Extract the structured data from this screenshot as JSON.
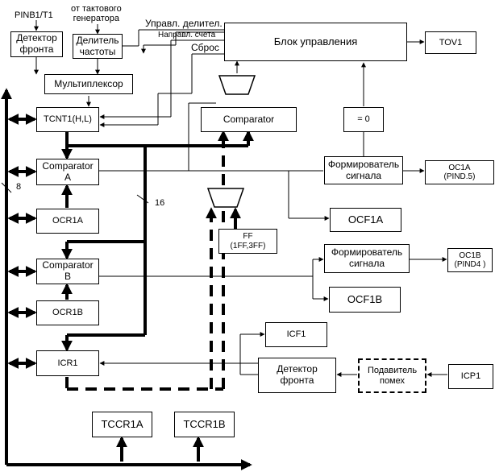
{
  "title": "",
  "inputs": {
    "pin_t1": "PINB1/T1",
    "clock_source": "от тактового\nгенератора",
    "prescaler_ctrl": "Управл. делител.",
    "count_direction": "Направл. счета",
    "reset": "Сброс"
  },
  "bus_widths": {
    "data_bus": "8",
    "internal_bus": "16"
  },
  "blocks": {
    "edge_detector_t1": "Детектор\nфронта",
    "freq_divider": "Делитель\nчастоты",
    "multiplexer": "Мультиплексор",
    "control_unit": "Блок управления",
    "tov1": "TOV1",
    "tcnt1": "TCNT1(H,L)",
    "comparator_top": "Comparator",
    "equals_zero": "= 0",
    "comparator_a": "Comparator\nA",
    "ocr1a": "OCR1A",
    "signal_former_a": "Формирователь\nсигнала",
    "oc1a": "OC1A\n(PIND.5)",
    "ocf1a": "OCF1A",
    "ff": "FF\n(1FF,3FF)",
    "comparator_b": "Comparator\nB",
    "ocr1b": "OCR1B",
    "signal_former_b": "Формирователь\nсигнала",
    "oc1b": "OC1B\n(PIND4 )",
    "ocf1b": "OCF1B",
    "icf1": "ICF1",
    "icr1": "ICR1",
    "edge_detector_icp": "Детектор\nфронта",
    "noise_canceler": "Подавитель\nпомех",
    "icp1": "ICP1",
    "tccr1a": "TCCR1A",
    "tccr1b": "TCCR1B"
  }
}
